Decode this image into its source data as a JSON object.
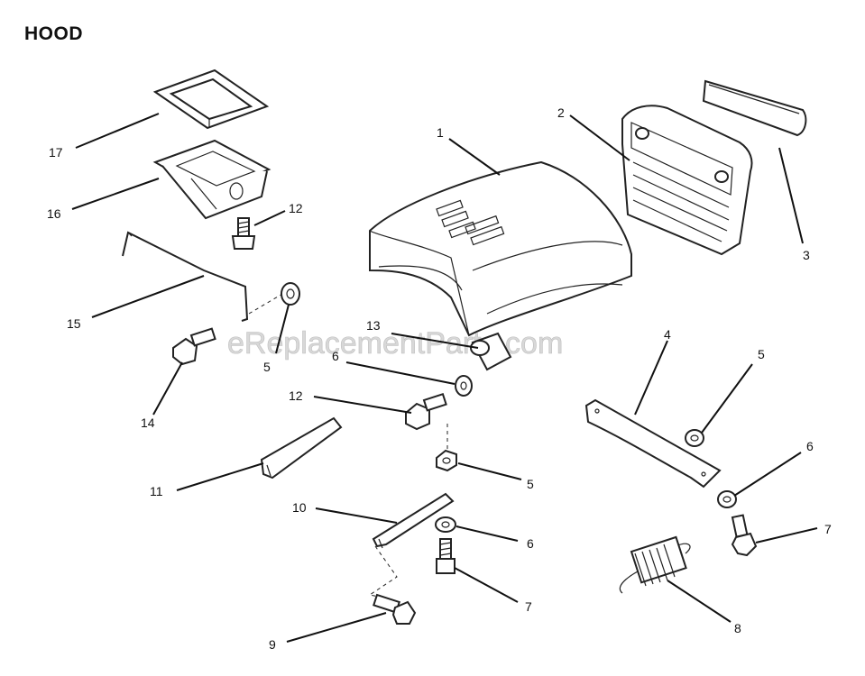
{
  "title": "HOOD",
  "watermark": "eReplacementParts.com",
  "callouts": {
    "c1": "1",
    "c2": "2",
    "c3": "3",
    "c4": "4",
    "c5a": "5",
    "c5b": "5",
    "c5c": "5",
    "c6a": "6",
    "c6b": "6",
    "c6c": "6",
    "c7a": "7",
    "c7b": "7",
    "c8": "8",
    "c9": "9",
    "c10": "10",
    "c11": "11",
    "c12a": "12",
    "c12b": "12",
    "c13": "13",
    "c14": "14",
    "c15": "15",
    "c16": "16",
    "c17": "17"
  }
}
